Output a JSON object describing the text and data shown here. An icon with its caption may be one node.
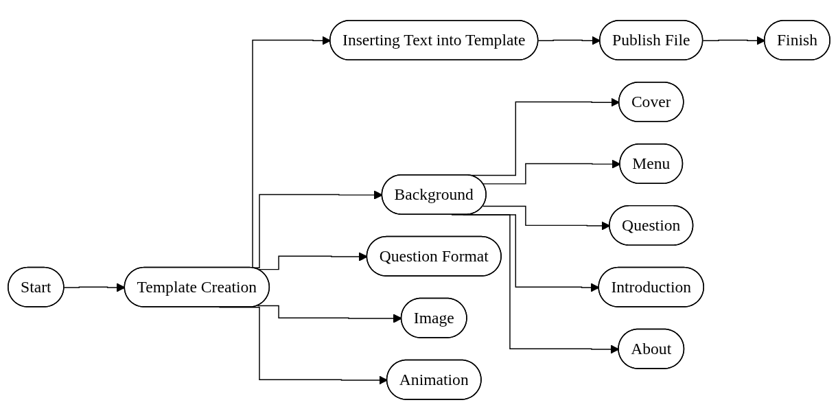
{
  "diagram": {
    "nodes": [
      {
        "text": [
          "Start"
        ]
      },
      {
        "text": [
          "Template Creation"
        ]
      },
      {
        "text": [
          "Inserting Text into Template"
        ]
      },
      {
        "text": [
          "Publish File"
        ]
      },
      {
        "text": [
          "Finish"
        ]
      },
      {
        "text": [
          "Background"
        ]
      },
      {
        "text": [
          "Question Format"
        ]
      },
      {
        "text": [
          "Image"
        ]
      },
      {
        "text": [
          "Animation"
        ]
      },
      {
        "text": [
          "Cover"
        ]
      },
      {
        "text": [
          "Menu"
        ]
      },
      {
        "text": [
          "Question"
        ]
      },
      {
        "text": [
          "Introduction"
        ]
      },
      {
        "text": [
          "About"
        ]
      }
    ],
    "edges": [
      {
        "from": 0,
        "to": 1,
        "arrow": "to"
      },
      {
        "from": 1,
        "to": 2,
        "arrow": "to"
      },
      {
        "from": 2,
        "to": 3,
        "arrow": "to"
      },
      {
        "from": 3,
        "to": 4,
        "arrow": "to"
      },
      {
        "from": 1,
        "to": 5,
        "arrow": "to"
      },
      {
        "from": 1,
        "to": 6,
        "arrow": "to"
      },
      {
        "from": 1,
        "to": 7,
        "arrow": "to"
      },
      {
        "from": 1,
        "to": 8,
        "arrow": "to"
      },
      {
        "from": 5,
        "to": 9,
        "arrow": "to"
      },
      {
        "from": 5,
        "to": 10,
        "arrow": "to"
      },
      {
        "from": 5,
        "to": 11,
        "arrow": "to"
      },
      {
        "from": 5,
        "to": 12,
        "arrow": "to"
      },
      {
        "from": 5,
        "to": 13,
        "arrow": "to"
      }
    ]
  }
}
